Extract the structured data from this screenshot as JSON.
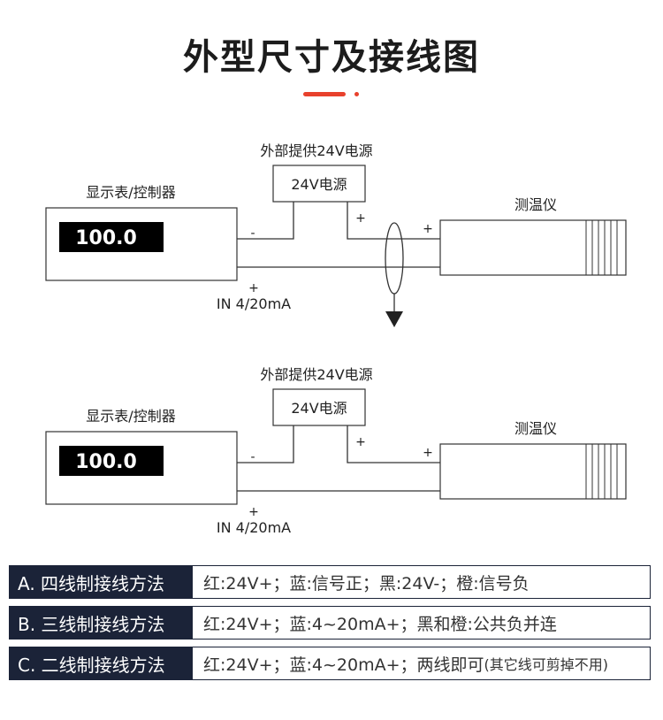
{
  "page": {
    "title": "外型尺寸及接线图",
    "accent_color": "#e8412c"
  },
  "diagrams": [
    {
      "power_label": "外部提供24V电源",
      "power_box": "24V电源",
      "display_label": "显示表/控制器",
      "display_value": "100.0",
      "sensor_label": "测温仪",
      "minus_sign": "-",
      "plus_power": "+",
      "plus_sensor": "+",
      "plus_input": "+",
      "input_label": "IN 4/20mA",
      "has_ground": true
    },
    {
      "power_label": "外部提供24V电源",
      "power_box": "24V电源",
      "display_label": "显示表/控制器",
      "display_value": "100.0",
      "sensor_label": "测温仪",
      "minus_sign": "-",
      "plus_power": "+",
      "plus_sensor": "+",
      "plus_input": "+",
      "input_label": "IN 4/20mA",
      "has_ground": false
    }
  ],
  "methods": [
    {
      "label": "A. 四线制接线方法",
      "desc": "红:24V+；蓝:信号正；黑:24V-；橙:信号负",
      "note": ""
    },
    {
      "label": "B. 三线制接线方法",
      "desc": "红:24V+；蓝:4~20mA+；黑和橙:公共负并连",
      "note": ""
    },
    {
      "label": "C. 二线制接线方法",
      "desc": "红:24V+；蓝:4~20mA+；两线即可",
      "note": "(其它线可剪掉不用)"
    }
  ],
  "colors": {
    "label_bg": "#1b2338",
    "display_screen": "#000000",
    "line": "#333333"
  }
}
